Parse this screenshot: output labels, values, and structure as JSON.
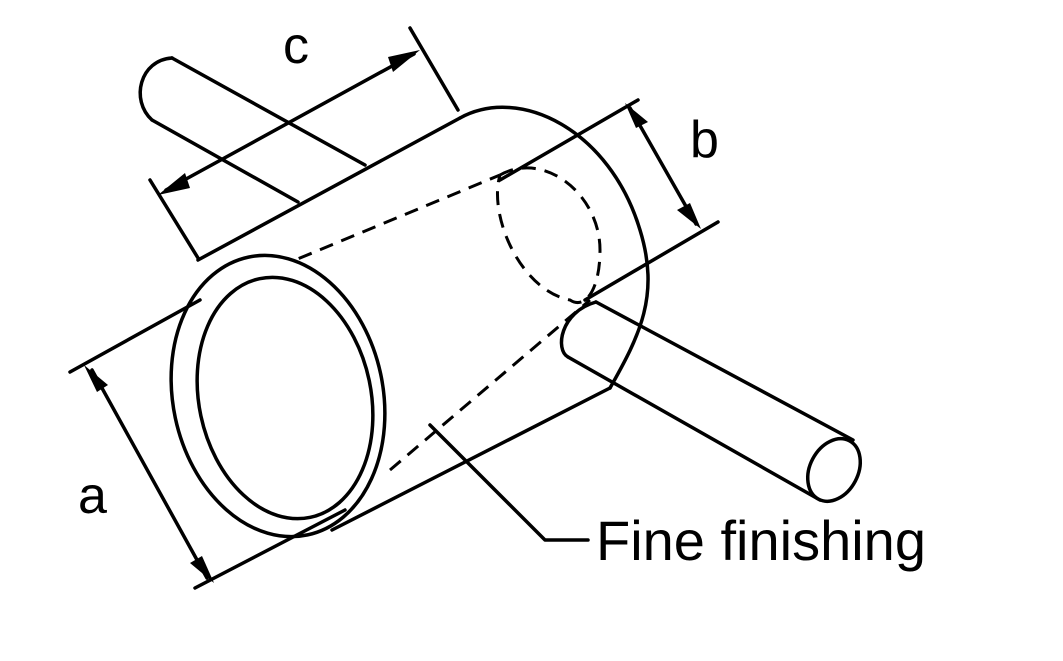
{
  "labels": {
    "dim_a": "a",
    "dim_b": "b",
    "dim_c": "c",
    "callout": "Fine finishing"
  },
  "colors": {
    "line": "#000000",
    "background": "#ffffff"
  }
}
